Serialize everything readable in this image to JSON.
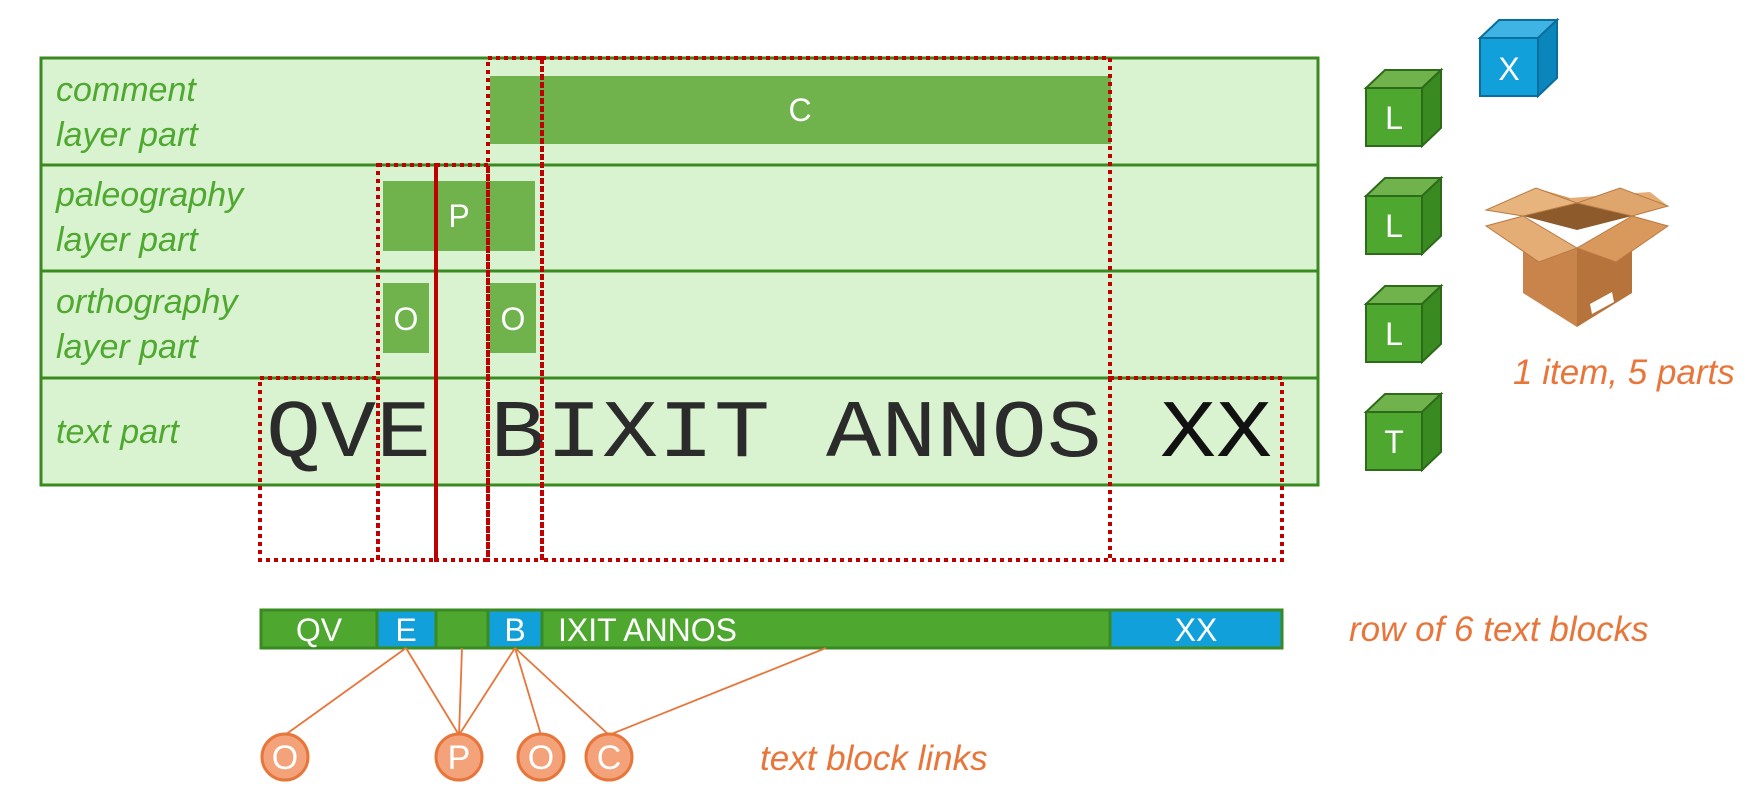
{
  "rows": [
    {
      "label_line1": "comment",
      "label_line2": "layer part"
    },
    {
      "label_line1": "paleography",
      "label_line2": "layer part"
    },
    {
      "label_line1": "orthography",
      "label_line2": "layer part"
    },
    {
      "label_line1": "text part",
      "label_line2": ""
    }
  ],
  "layer_boxes": {
    "comment": "C",
    "paleography": "P",
    "orthography_1": "O",
    "orthography_2": "O"
  },
  "text_line": {
    "part1": "QVE",
    "part2": "BIXIT",
    "part3": "ANNOS",
    "part4": "XX"
  },
  "text_blocks": [
    "QV",
    "E",
    "",
    "B",
    "IXIT ANNOS",
    "XX"
  ],
  "block_colors": {
    "green": "#4ea72f",
    "blue": "#12a0da"
  },
  "cubes": [
    "L",
    "L",
    "L",
    "T"
  ],
  "item_cube": "X",
  "links": [
    "O",
    "P",
    "O",
    "C"
  ],
  "captions": {
    "parts": "1 item, 5 parts",
    "blocks": "row of 6 text blocks",
    "links": "text block links"
  },
  "colors": {
    "light_green": "#d9f2d0",
    "mid_green": "#70b34c",
    "dark_green": "#3a8a22",
    "dotted_red": "#c00000",
    "orange": "#e8753a",
    "orange_fill": "#f4a27a",
    "cube_blue": "#12a0da"
  }
}
